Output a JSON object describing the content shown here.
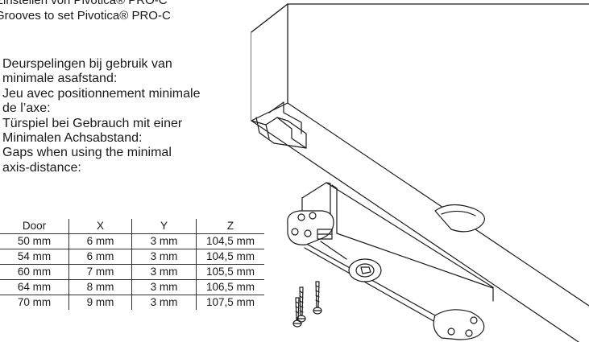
{
  "headings": {
    "line1": "Einstellen von Pivotica® PRO-C",
    "line2": "Grooves to set Pivotica® PRO-C"
  },
  "intro_lines": [
    "Deurspelingen bij gebruik van",
    "minimale asafstand:",
    "Jeu avec positionnement minimale",
    "de l’axe:",
    "Türspiel bei Gebrauch mit einer",
    "Minimalen Achsabstand:",
    "Gaps when using the minimal",
    "axis-distance:"
  ],
  "table": {
    "headers": [
      "Door",
      "X",
      "Y",
      "Z"
    ],
    "rows": [
      [
        "50 mm",
        "6 mm",
        "3 mm",
        "104,5 mm"
      ],
      [
        "54 mm",
        "6 mm",
        "3 mm",
        "104,5 mm"
      ],
      [
        "60 mm",
        "7 mm",
        "3 mm",
        "105,5 mm"
      ],
      [
        "64 mm",
        "8 mm",
        "3 mm",
        "106,5 mm"
      ],
      [
        "70 mm",
        "9 mm",
        "3 mm",
        "107,5 mm"
      ]
    ]
  }
}
